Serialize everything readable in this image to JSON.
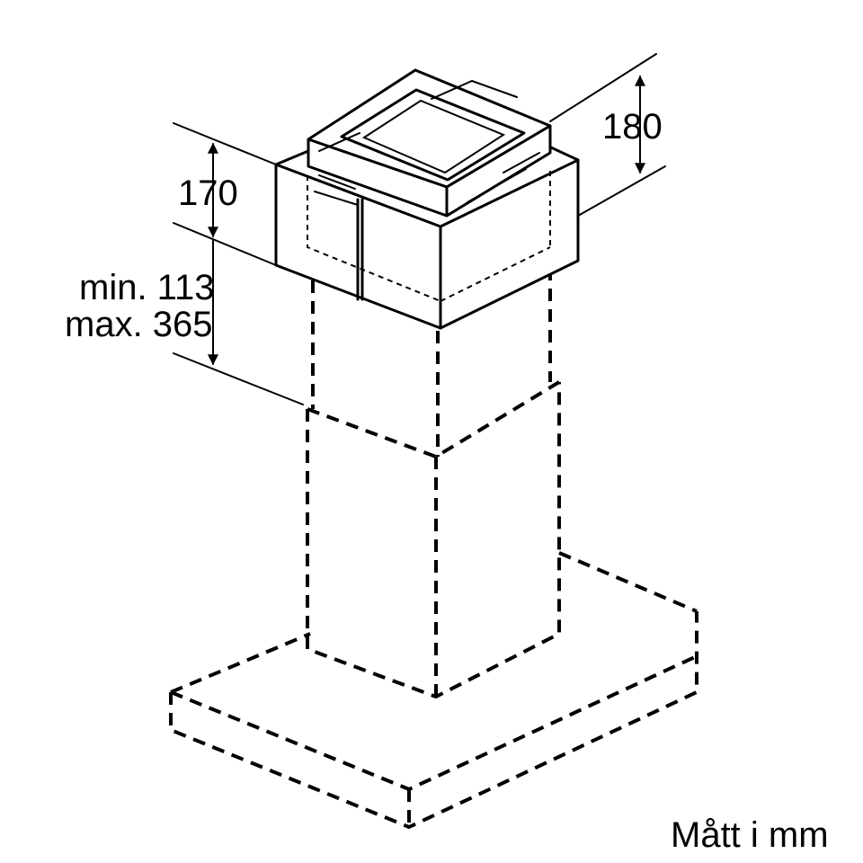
{
  "dimensions": {
    "top_height": "180",
    "box_height": "170",
    "min_label": "min. 113",
    "max_label": "max. 365"
  },
  "footer": {
    "units": "Mått i mm"
  },
  "colors": {
    "line": "#000000",
    "background": "#ffffff"
  }
}
